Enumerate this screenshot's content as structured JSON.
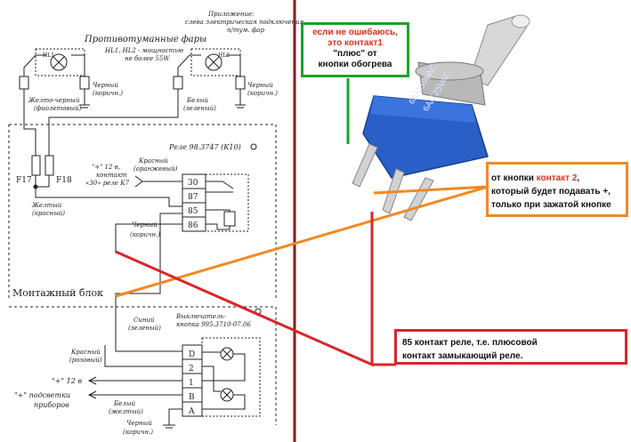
{
  "schematic": {
    "appendix_line1": "Приложение:",
    "appendix_line2": "слева электрическая подключения",
    "appendix_line3": "п/тум. фар",
    "fog_title": "Противотуманные фары",
    "lamp_note": "HL1, HL2 - мощностью",
    "lamp_note2": "не более 55W",
    "hl1": "HL1",
    "hl2": "HL2",
    "w_yellow_black": "Желто-черный",
    "w_violet": "(фиолетовый)",
    "w_black1": "Черный",
    "w_brown1": "(коричн.)",
    "w_white": "Белый",
    "w_green": "(зеленый)",
    "w_black2": "Черный",
    "w_brown2": "(коричн.)",
    "relay_title": "Реле 98.3747 (К10)",
    "plus12": "\"+\" 12 в,",
    "contact": "контакт",
    "contact30": "«30» реле К7",
    "w_red": "Красный",
    "w_orange": "(оранжевый)",
    "f17": "F17",
    "f18": "F18",
    "w_yellow": "Желтый",
    "w_red2": "(красный)",
    "pin30": "30",
    "pin87": "87",
    "pin85": "85",
    "pin86": "86",
    "w_black3": "Черный",
    "w_brown3": "(коричн.)",
    "mount_block": "Монтажный блок",
    "w_blue": "Синий",
    "w_green2": "(зеленый)",
    "switch_title": "Выключатель-",
    "switch_title2": "кнопка 995.3710-07.06",
    "w_red3": "Красный",
    "w_pink": "(розовый)",
    "plus12b": "\"+\" 12 в",
    "plus_backlight": "\"+\" подсветки",
    "devices": "приборов",
    "w_white2": "Белый",
    "w_yellow2": "(желтый)",
    "w_black4": "Черный",
    "w_brown4": "(коричн.)",
    "pinD": "D",
    "pin2": "2",
    "pin1": "1",
    "pinB": "B",
    "pinA": "A"
  },
  "photo": {
    "marking1": "6A/250VAC",
    "marking2": "6A/125VAC"
  },
  "annotations": {
    "green_box": {
      "line1": "если не ошибаюсь,",
      "line2": "это контакт1",
      "line3": "\"плюс\" от",
      "line4": "кнопки обогрева"
    },
    "orange_box": {
      "pre": "от кнопки ",
      "highlight": "контакт 2",
      "line1_end": ",",
      "line2": "который будет подавать +,",
      "line3": "только при зажатой кнопке"
    },
    "red_box": {
      "line1": "85 контакт реле, т.е. плюсовой",
      "line2": "контакт замыкающий реле."
    }
  },
  "colors": {
    "divider": "#8b1a1a",
    "green_line": "#1aa32a",
    "orange_line": "#f08a24",
    "red_line": "#d9262b",
    "highlight_red": "#e0301e",
    "toggle_blue": "#2a5fc8"
  }
}
